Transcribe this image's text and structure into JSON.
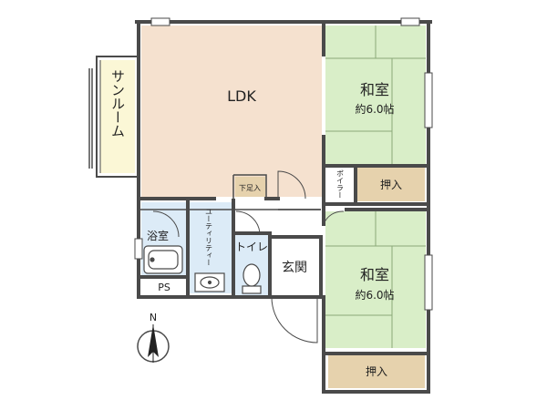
{
  "rooms": {
    "ldk": {
      "label": "LDK"
    },
    "washitsu_top": {
      "label": "和室",
      "size": "約6.0帖"
    },
    "washitsu_bottom": {
      "label": "和室",
      "size": "約6.0帖"
    },
    "sunroom": {
      "label": "サンルーム"
    },
    "bathroom": {
      "label": "浴室"
    },
    "utility": {
      "label": "ユーティリティー"
    },
    "toilet": {
      "label": "トイレ"
    },
    "entrance": {
      "label": "玄関"
    },
    "shoe_box": {
      "label": "下足入"
    },
    "boiler": {
      "label": "ボイラー"
    },
    "ps": {
      "label": "PS"
    },
    "closet_top": {
      "label": "押入"
    },
    "closet_bottom": {
      "label": "押入"
    }
  },
  "compass": {
    "label": "N"
  },
  "colors": {
    "ldk": "#f5e1cf",
    "tatami": "#d9eec8",
    "closet": "#e6d2ad",
    "sunroom": "#fbf7d6",
    "wet": "#dcebf7",
    "wall": "#4a4a4a"
  }
}
